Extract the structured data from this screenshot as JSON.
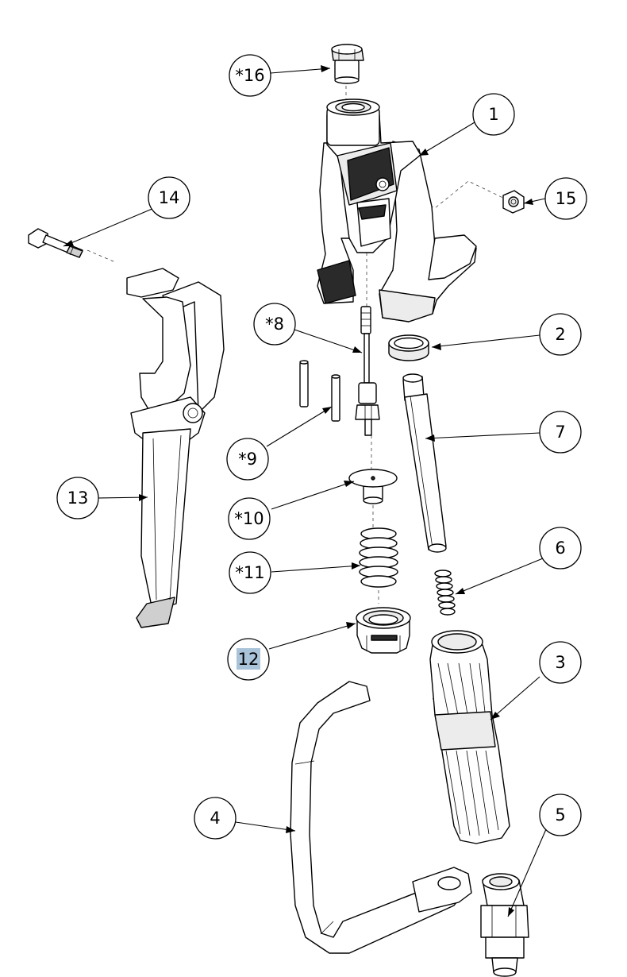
{
  "callouts": [
    {
      "id": "c16",
      "label": "*16"
    },
    {
      "id": "c1",
      "label": "1"
    },
    {
      "id": "c14",
      "label": "14"
    },
    {
      "id": "c15",
      "label": "15"
    },
    {
      "id": "c8",
      "label": "*8"
    },
    {
      "id": "c2",
      "label": "2"
    },
    {
      "id": "c7",
      "label": "7"
    },
    {
      "id": "c9",
      "label": "*9"
    },
    {
      "id": "c13",
      "label": "13"
    },
    {
      "id": "c10",
      "label": "*10"
    },
    {
      "id": "c6",
      "label": "6"
    },
    {
      "id": "c11",
      "label": "*11"
    },
    {
      "id": "c12",
      "label": "12"
    },
    {
      "id": "c3",
      "label": "3"
    },
    {
      "id": "c4",
      "label": "4"
    },
    {
      "id": "c5",
      "label": "5"
    }
  ],
  "colors": {
    "line": "#000000",
    "background": "#ffffff",
    "highlight": "#a9c3d9"
  },
  "highlighted_callout": "12"
}
